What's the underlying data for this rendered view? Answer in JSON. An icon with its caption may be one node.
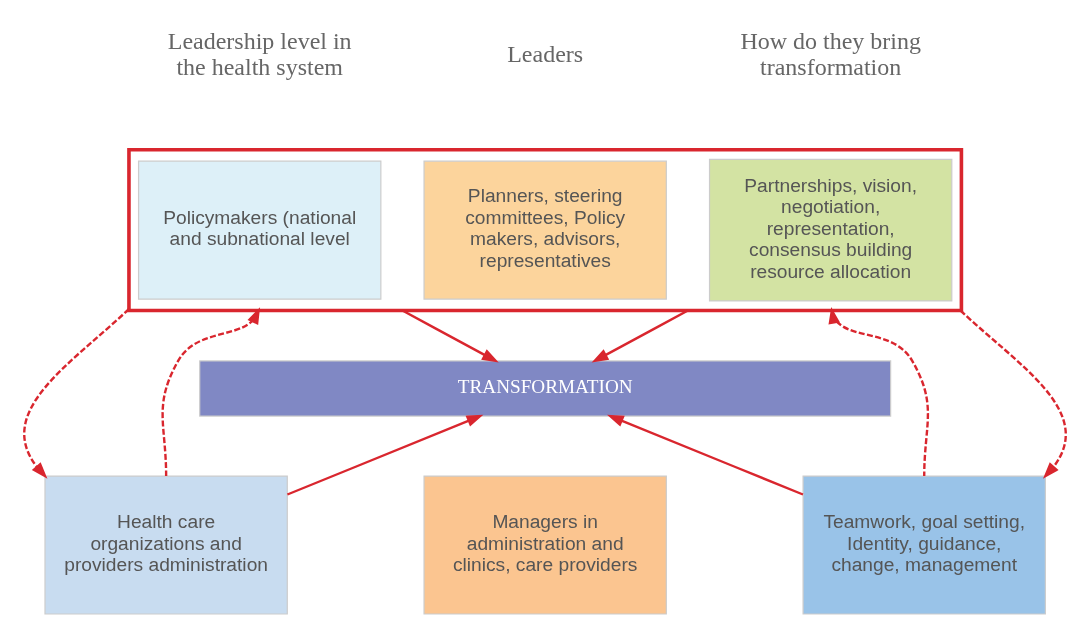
{
  "diagram": {
    "nodes": [
      {
        "text": [],
        "shape": "box"
      },
      {
        "text": [
          "Policymakers (national and subnational level"
        ],
        "in": 0
      },
      {
        "text": [
          "Planners, steering committees, Policy makers, advisors, representatives"
        ],
        "in": 0
      },
      {
        "text": [
          "Partnerships, vision, negotiation, representation, consensus building resource allocation"
        ],
        "in": 0
      },
      {
        "text": [
          "TRANSFORMATION"
        ]
      },
      {
        "text": [
          "Health care organizations and providers administration"
        ]
      },
      {
        "text": [
          "Managers in administration and clinics, care providers"
        ]
      },
      {
        "text": [
          "Teamwork, goal setting, Identity, guidance, change, management"
        ]
      }
    ],
    "edges": [
      {
        "from": 0,
        "to": 5,
        "arrow": "to",
        "style": "dashed"
      },
      {
        "from": 5,
        "to": 0,
        "arrow": "to",
        "style": "dashed"
      },
      {
        "from": 0,
        "to": 4,
        "arrow": "to"
      },
      {
        "from": 5,
        "to": 4,
        "arrow": "to"
      },
      {
        "from": 0,
        "to": 4,
        "arrow": "to"
      },
      {
        "from": 7,
        "to": 4,
        "arrow": "to"
      },
      {
        "from": 7,
        "to": 0,
        "arrow": "to",
        "style": "dashed"
      },
      {
        "from": 0,
        "to": 7,
        "arrow": "to",
        "style": "dashed"
      }
    ],
    "labels": [
      "Leadership level in the health system",
      "Leaders",
      "How do they bring transformation"
    ]
  }
}
